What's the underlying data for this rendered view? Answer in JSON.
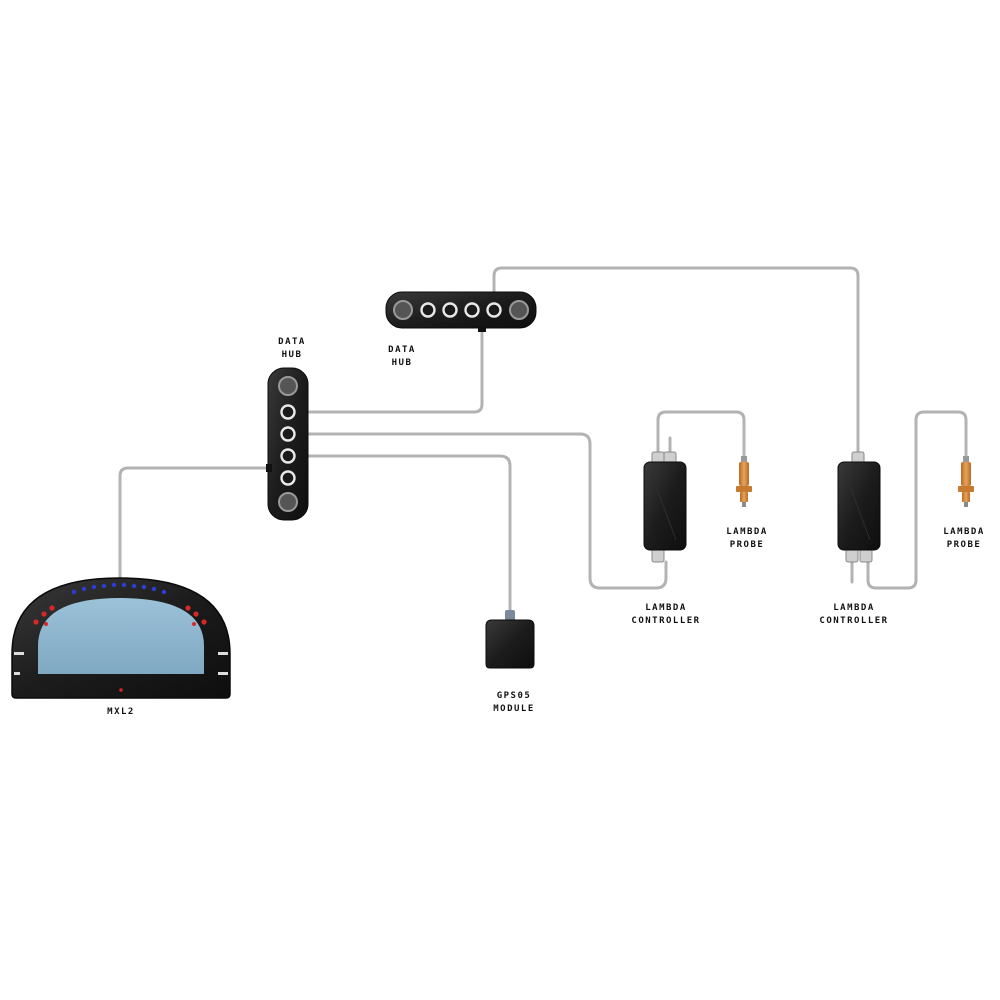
{
  "colors": {
    "background": "#ffffff",
    "cable": "#b3b3b3",
    "device_body": "#1f1f1f",
    "screen": "#8cb4cc",
    "shift_light_blue": "#2b3ed6",
    "shift_light_red": "#d62828",
    "probe_orange": "#d98a3a",
    "label_text": "#111111"
  },
  "labels": {
    "data_hub_vertical": {
      "line1": "DATA",
      "line2": "HUB"
    },
    "data_hub_horizontal": {
      "line1": "DATA",
      "line2": "HUB"
    },
    "dash": {
      "line1": "MXL2"
    },
    "gps": {
      "line1": "GPS05",
      "line2": "MODULE"
    },
    "lambda_controller_1": {
      "line1": "LAMBDA",
      "line2": "CONTROLLER"
    },
    "lambda_controller_2": {
      "line1": "LAMBDA",
      "line2": "CONTROLLER"
    },
    "lambda_probe_1": {
      "line1": "LAMBDA",
      "line2": "PROBE"
    },
    "lambda_probe_2": {
      "line1": "LAMBDA",
      "line2": "PROBE"
    }
  },
  "icons": {
    "dash": "dashboard-display-icon",
    "hub": "data-hub-icon",
    "gps": "gps-module-icon",
    "controller": "lambda-controller-icon",
    "probe": "lambda-probe-icon"
  }
}
